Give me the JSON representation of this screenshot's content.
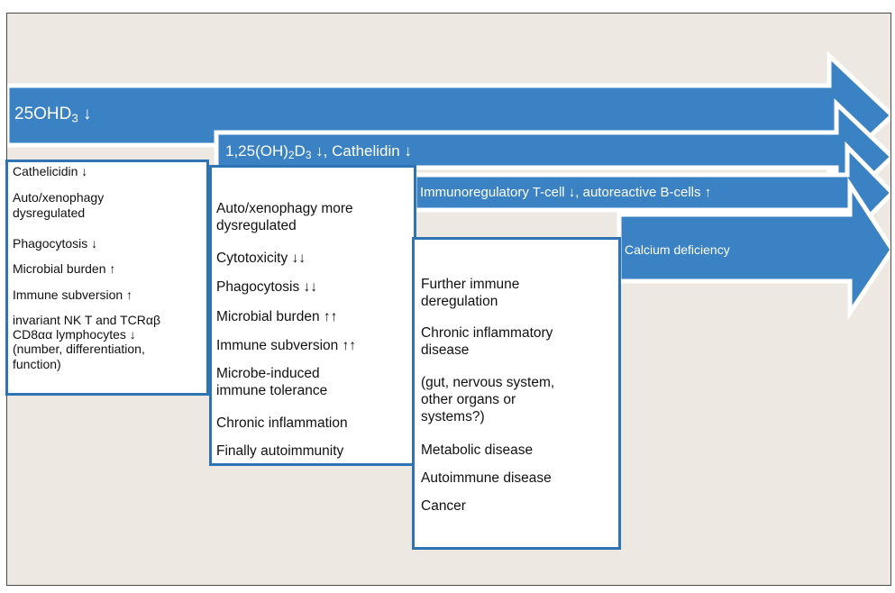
{
  "colors": {
    "arrow_fill": "#3a82c4",
    "arrow_outline": "#ffffff",
    "box_border": "#2e74b5",
    "background": "#ede9e2"
  },
  "arrows": [
    {
      "id": "a1",
      "label_prefix": "25OHD",
      "label_sub": "3",
      "label_suffix": " ↓"
    },
    {
      "id": "a2",
      "label_prefix": "1,25(OH)",
      "label_sub": "2",
      "label_mid": "D",
      "label_sub2": "3",
      "label_suffix": " ↓, Cathelidin ↓"
    },
    {
      "id": "a3",
      "label": "Immunoregulatory T-cell ↓, autoreactive B-cells ↑"
    },
    {
      "id": "a4",
      "label": "Calcium deficiency"
    }
  ],
  "boxes": [
    {
      "id": "box1",
      "items": [
        "Cathelicidin ↓",
        "Auto/xenophagy\ndysregulated",
        "Phagocytosis ↓",
        "Microbial burden ↑",
        "Immune subversion ↑",
        "invariant NK T and TCRαβ\nCD8αα lymphocytes ↓\n(number, differentiation,\nfunction)"
      ]
    },
    {
      "id": "box2",
      "items": [
        "Auto/xenophagy more\ndysregulated",
        "Cytotoxicity ↓↓",
        "Phagocytosis ↓↓",
        "Microbial burden ↑↑",
        "Immune subversion ↑↑",
        "Microbe-induced\nimmune tolerance",
        "Chronic inflammation",
        "Finally autoimmunity"
      ]
    },
    {
      "id": "box3",
      "items": [
        "Further immune\nderegulation",
        "Chronic inflammatory\ndisease",
        "(gut, nervous system,\nother organs or\nsystems?)",
        "Metabolic disease",
        "Autoimmune disease",
        "Cancer"
      ]
    }
  ]
}
